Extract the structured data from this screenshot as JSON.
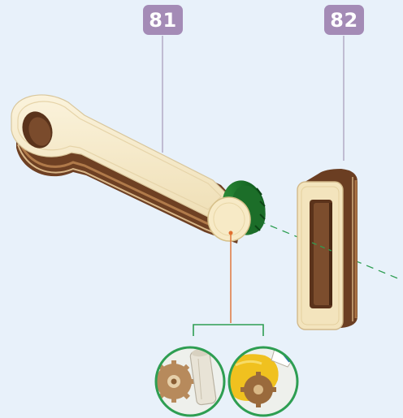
{
  "parts": [
    {
      "number": "81"
    },
    {
      "number": "82"
    }
  ],
  "colors": {
    "background": "#e8f1fa",
    "badge": "#a48bb6",
    "leader_line": "#a79ab8",
    "wood_face": "#f3e7c7",
    "wood_dark": "#7a4b2c",
    "green_cap": "#1f7a2c",
    "axis_line": "#2e9e52",
    "pointer": "#e07030"
  },
  "icons": [
    "connecting-rod-part",
    "slot-link-part",
    "detail-magnifier-gear",
    "detail-magnifier-glue"
  ]
}
